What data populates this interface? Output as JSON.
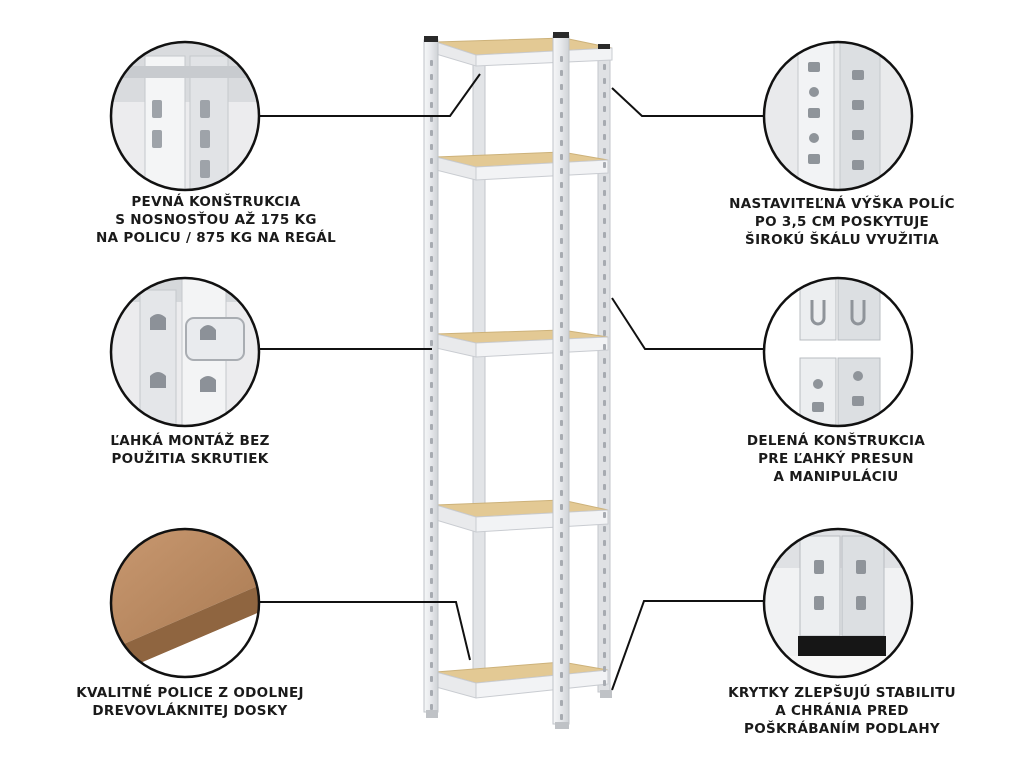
{
  "features": [
    {
      "id": "sturdy-construction",
      "lines": [
        "PEVNÁ KONŠTRUKCIA",
        "S NOSNOSŤOU AŽ 175 KG",
        "NA POLICU / 875 KG NA REGÁL"
      ]
    },
    {
      "id": "easy-assembly",
      "lines": [
        "ĽAHKÁ MONTÁŽ BEZ",
        "POUŽITIA SKRUTIEK"
      ]
    },
    {
      "id": "quality-shelves",
      "lines": [
        "KVALITNÉ POLICE Z ODOLNEJ",
        "DREVOVLÁKNITEJ DOSKY"
      ]
    },
    {
      "id": "adjustable-height",
      "lines": [
        "NASTAVITEĽNÁ VÝŠKA POLÍC",
        "PO 3,5 CM POSKYTUJE",
        "ŠIROKÚ ŠKÁLU VYUŽITIA"
      ]
    },
    {
      "id": "split-construction",
      "lines": [
        "DELENÁ KONŠTRUKCIA",
        "PRE ĽAHKÝ PRESUN",
        "A MANIPULÁCIU"
      ]
    },
    {
      "id": "protective-caps",
      "lines": [
        "KRYTKY ZLEPŠUJÚ STABILITU",
        "A CHRÁNIA PRED",
        "POŠKRÁBANÍM PODLAHY"
      ]
    }
  ],
  "colors": {
    "steel": "#eeeff1",
    "steel_dark": "#c9ccd1",
    "board": "#e3c994",
    "board_edge": "#cdb27a",
    "line": "#111111",
    "text": "#1a1a1a"
  }
}
